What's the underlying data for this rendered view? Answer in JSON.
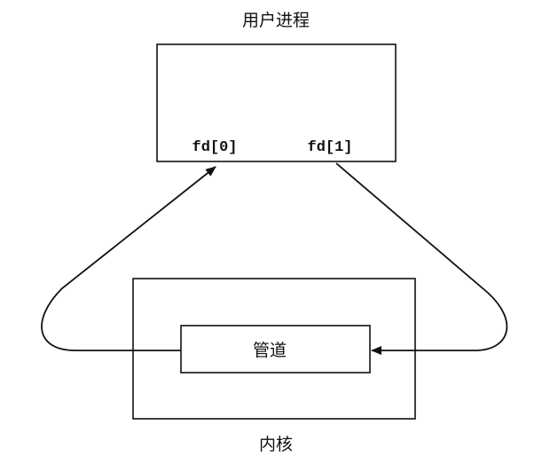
{
  "user_process": {
    "title": "用户进程",
    "fd0": "fd[0]",
    "fd1": "fd[1]"
  },
  "kernel": {
    "title": "内核",
    "pipe_label": "管道"
  },
  "colors": {
    "line": "#111111",
    "background": "#ffffff"
  }
}
